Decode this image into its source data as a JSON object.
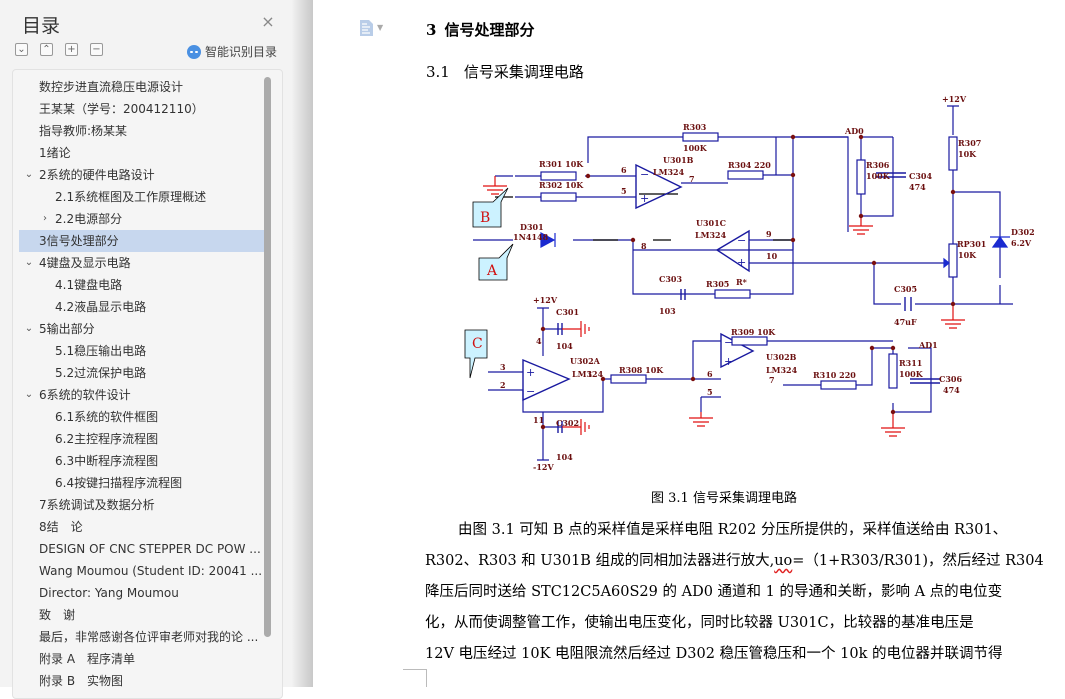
{
  "sidebar": {
    "title": "目录",
    "close_glyph": "×",
    "tools": [
      {
        "name": "expand-down",
        "glyph": "⌄"
      },
      {
        "name": "collapse-up",
        "glyph": "⌃"
      },
      {
        "name": "expand-all",
        "glyph": "+"
      },
      {
        "name": "collapse-all",
        "glyph": "−"
      }
    ],
    "smart_toc_label": "智能识别目录",
    "toc": [
      {
        "label": "数控步进直流稳压电源设计",
        "level": 1,
        "caret": ""
      },
      {
        "label": "王某某（学号：200412110）",
        "level": 1,
        "caret": ""
      },
      {
        "label": "指导教师:杨某某",
        "level": 1,
        "caret": ""
      },
      {
        "label": "1绪论",
        "level": 1,
        "caret": ""
      },
      {
        "label": "2系统的硬件电路设计",
        "level": 1,
        "caret": "expanded"
      },
      {
        "label": "2.1系统框图及工作原理概述",
        "level": 2,
        "caret": ""
      },
      {
        "label": "2.2电源部分",
        "level": 2,
        "caret": "collapsed"
      },
      {
        "label": "3信号处理部分",
        "level": 1,
        "caret": "",
        "selected": true
      },
      {
        "label": "4键盘及显示电路",
        "level": 1,
        "caret": "expanded"
      },
      {
        "label": "4.1键盘电路",
        "level": 2,
        "caret": ""
      },
      {
        "label": "4.2液晶显示电路",
        "level": 2,
        "caret": ""
      },
      {
        "label": "5输出部分",
        "level": 1,
        "caret": "expanded"
      },
      {
        "label": "5.1稳压输出电路",
        "level": 2,
        "caret": ""
      },
      {
        "label": "5.2过流保护电路",
        "level": 2,
        "caret": ""
      },
      {
        "label": "6系统的软件设计",
        "level": 1,
        "caret": "expanded"
      },
      {
        "label": "6.1系统的软件框图",
        "level": 2,
        "caret": ""
      },
      {
        "label": "6.2主控程序流程图",
        "level": 2,
        "caret": ""
      },
      {
        "label": "6.3中断程序流程图",
        "level": 2,
        "caret": ""
      },
      {
        "label": "6.4按键扫描程序流程图",
        "level": 2,
        "caret": ""
      },
      {
        "label": "7系统调试及数据分析",
        "level": 1,
        "caret": ""
      },
      {
        "label": "8结　论",
        "level": 1,
        "caret": ""
      },
      {
        "label": "DESIGN OF CNC STEPPER DC POW ...",
        "level": 1,
        "caret": ""
      },
      {
        "label": "Wang Moumou (Student ID: 20041 ...",
        "level": 1,
        "caret": ""
      },
      {
        "label": "Director: Yang Moumou",
        "level": 1,
        "caret": ""
      },
      {
        "label": "致　谢",
        "level": 1,
        "caret": ""
      },
      {
        "label": "最后，非常感谢各位评审老师对我的论 ...",
        "level": 1,
        "caret": ""
      },
      {
        "label": "附录 A　程序清单",
        "level": 1,
        "caret": ""
      },
      {
        "label": "附录 B　实物图",
        "level": 1,
        "caret": ""
      }
    ]
  },
  "document": {
    "heading1": {
      "num": "3",
      "text": "信号处理部分"
    },
    "heading2": {
      "num": "3.1",
      "text": "信号采集调理电路"
    },
    "figure_caption": "图 3.1  信号采集调理电路",
    "body_lines": [
      {
        "indent": true,
        "parts": [
          {
            "t": "由图 3.1 可知 B 点的采样值是采样电阻 R202 分压所提供的，采样值送给由 R301、"
          }
        ]
      },
      {
        "indent": false,
        "parts": [
          {
            "t": "R302、R303 和 U301B 组成的同相加法器进行放大,"
          },
          {
            "t": "uo",
            "squiggle": true
          },
          {
            "t": "=（1+R303/R301)，然后经过 R304"
          }
        ]
      },
      {
        "indent": false,
        "parts": [
          {
            "t": "降压后同时送给 STC12C5A60S29 的 AD0 通道和 1 的导通和关断，影响 A 点的电位变"
          }
        ]
      },
      {
        "indent": false,
        "parts": [
          {
            "t": "化，从而使调整管工作，使输出电压变化，同时比较器 U301C，比较器的基准电压是"
          }
        ]
      },
      {
        "indent": false,
        "parts": [
          {
            "t": "12V 电压经过 10K 电阻限流然后经过 D302 稳压管稳压和一个 10k 的电位器并联调节得"
          }
        ]
      }
    ]
  },
  "circuit": {
    "colors": {
      "wire": "#1a1aa0",
      "wire_black": "#000000",
      "ground": "#e01010",
      "label": "#8b0000",
      "junction": "#7a1010",
      "callout_fill": "#ccf2ff",
      "callout_text": "#d01010",
      "diode": "#1a2ad0"
    },
    "callouts": {
      "A": "A",
      "B": "B",
      "C": "C"
    },
    "labels": {
      "r301": "R301 10K",
      "r302": "R302 10K",
      "r303": "R303",
      "r303v": "100K",
      "u301b": "U301B",
      "u301b_part": "LM324",
      "r304": "R304  220",
      "ad0": "AD0",
      "r306": "R306",
      "r306v": "100K",
      "c304": "C304",
      "c304v": "474",
      "plus12_top": "+12V",
      "r307": "R307",
      "r307v": "10K",
      "d301": "D301",
      "d301v": "1N4148",
      "u301c": "U301C",
      "u301c_part": "LM324",
      "rp301": "RP301",
      "rp301v": "10K",
      "d302": "D302",
      "d302v": "6.2V",
      "c303": "C303",
      "c303v": "103",
      "r305": "R305",
      "r305v": "R*",
      "c305": "C305",
      "c305v": "47uF",
      "plus12_left": "+12V",
      "minus12": "-12V",
      "c301": "C301",
      "c301v": "104",
      "c302": "C302",
      "c302v": "104",
      "u302a": "U302A",
      "u302a_part": "LM324",
      "r308": "R308  10K",
      "r309": "R309  10K",
      "u302b": "U302B",
      "u302b_part": "LM324",
      "r310": "R310 220",
      "ad1": "AD1",
      "r311": "R311",
      "r311v": "100K",
      "c306": "C306",
      "c306v": "474",
      "p6a": "6",
      "p5a": "5",
      "p7a": "7",
      "p8": "8",
      "p9": "9",
      "p10": "10",
      "p4": "4",
      "p3": "3",
      "p2": "2",
      "p1": "1",
      "p11": "11",
      "p6b": "6",
      "p5b": "5",
      "p7b": "7"
    }
  }
}
